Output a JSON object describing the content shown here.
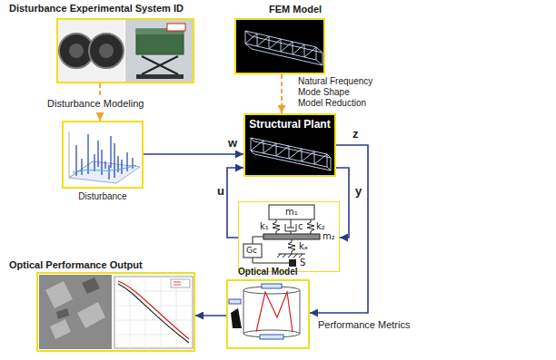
{
  "diagram": {
    "nodes": [
      {
        "text": [
          "Disturbance Experimental System ID"
        ]
      },
      {
        "text": [
          "FEM Model"
        ]
      },
      {
        "text": [
          "Disturbance"
        ]
      },
      {
        "text": [
          "Structural Plant"
        ]
      },
      {
        "text": [
          "m₁",
          "k₁",
          "c",
          "k₂",
          "m₂",
          "kₐ",
          "Gc",
          "S"
        ]
      },
      {
        "text": [
          "Optical Model"
        ]
      },
      {
        "text": [
          "Optical Performance Output"
        ]
      }
    ],
    "edges": [
      {
        "from": 0,
        "to": 2,
        "arrow": "to",
        "label": "Disturbance Modeling"
      },
      {
        "from": 1,
        "to": 3,
        "arrow": "to"
      },
      {
        "from": 2,
        "to": 3,
        "arrow": "to",
        "label": "w"
      },
      {
        "from": 3,
        "to": 5,
        "arrow": "to",
        "label": "z"
      },
      {
        "from": 4,
        "to": 3,
        "arrow": "to",
        "label": "u"
      },
      {
        "from": 3,
        "to": 4,
        "arrow": "to",
        "label": "y"
      },
      {
        "from": 5,
        "to": 6,
        "arrow": "to"
      }
    ],
    "labels": [
      "Natural Frequency",
      "Mode Shape",
      "Model Reduction",
      "Performance Metrics"
    ]
  }
}
